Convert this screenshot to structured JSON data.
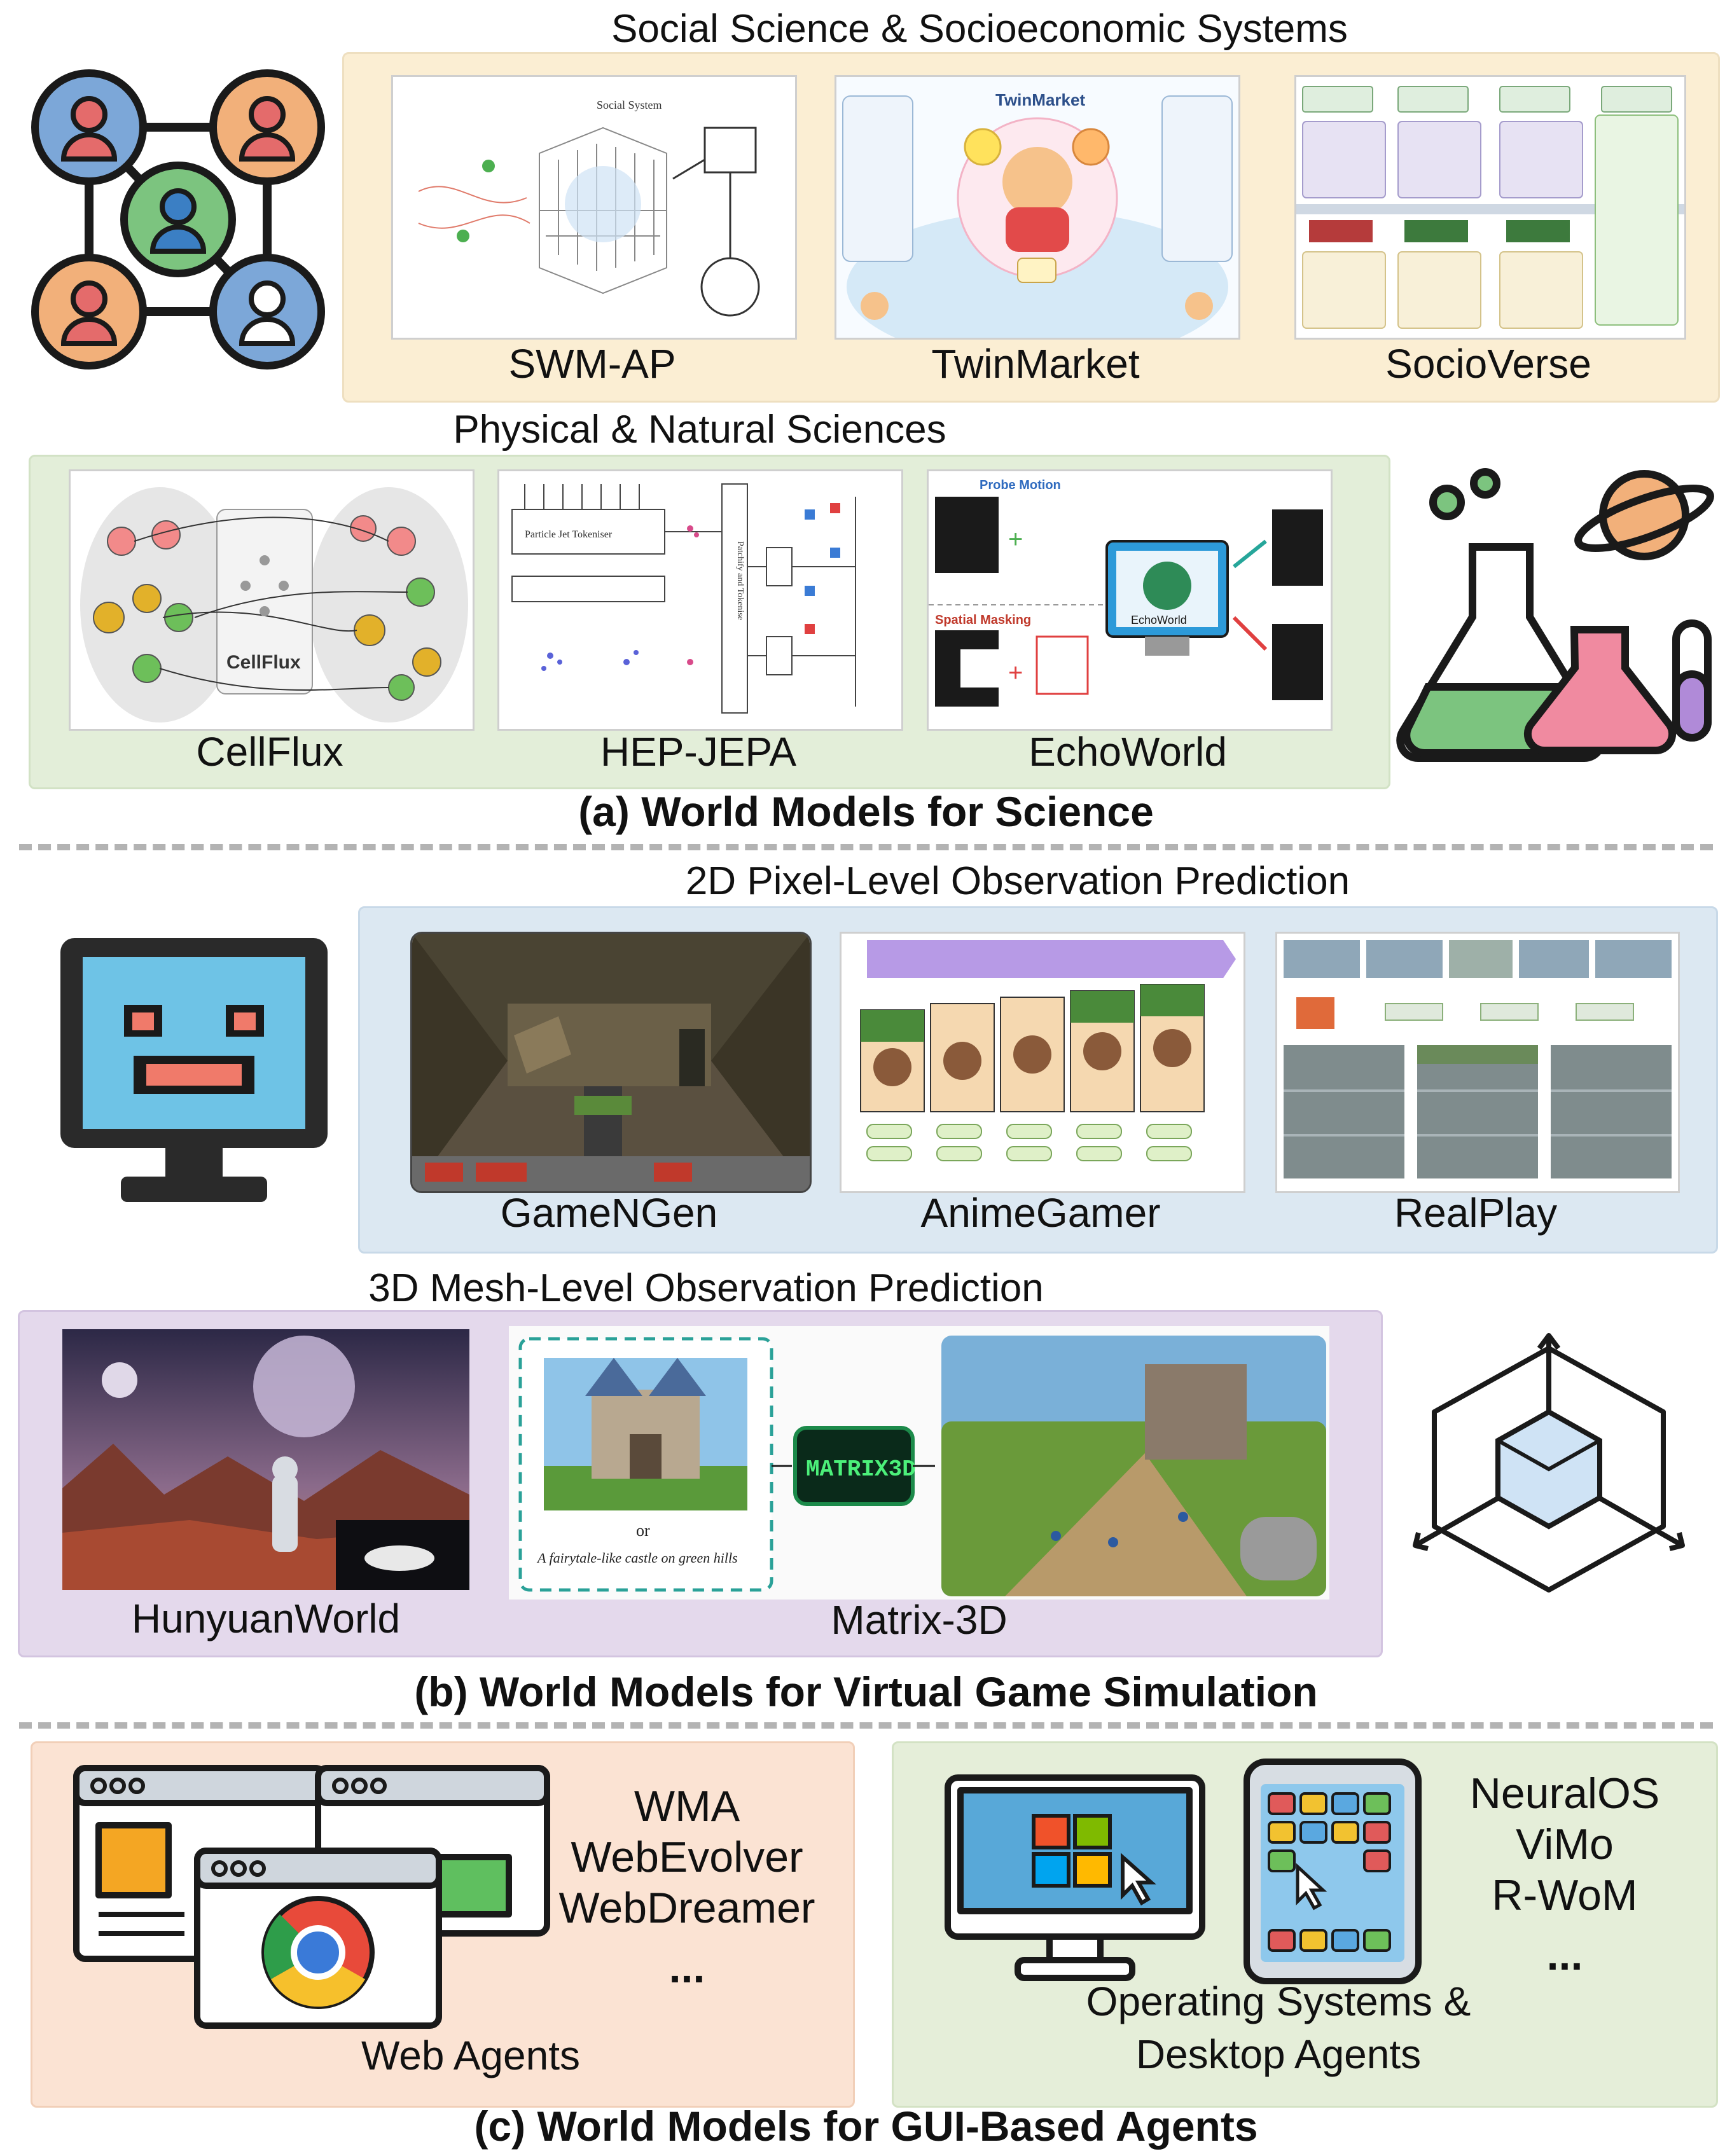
{
  "science": {
    "social_header": "Social Science & Socioeconomic Systems",
    "social_items": [
      "SWM-AP",
      "TwinMarket",
      "SocioVerse"
    ],
    "physical_header": "Physical & Natural Sciences",
    "physical_items": [
      "CellFlux",
      "HEP-JEPA",
      "EchoWorld"
    ],
    "title": "(a) World Models for Science",
    "thumb_labels": {
      "swm": "Social System",
      "cellflux": "CellFlux",
      "hep_tokeniser": "Particle Jet Tokeniser",
      "hep_patchify": "Patchify and Tokenise",
      "echo_probe": "Probe Motion",
      "echo_masking": "Spatial Masking",
      "echo_brand": "EchoWorld",
      "twin_title": "TwinMarket"
    }
  },
  "game": {
    "pixel_header": "2D Pixel-Level Observation Prediction",
    "pixel_items": [
      "GameNGen",
      "AnimeGamer",
      "RealPlay"
    ],
    "mesh_header": "3D Mesh-Level Observation Prediction",
    "mesh_items": [
      "HunyuanWorld",
      "Matrix-3D"
    ],
    "title": "(b) World Models for Virtual Game Simulation",
    "thumb_labels": {
      "matrix_logo": "MATRIX3D",
      "matrix_or": "or",
      "matrix_prompt": "A fairytale-like castle on green hills"
    }
  },
  "gui": {
    "web_items": [
      "WMA",
      "WebEvolver",
      "WebDreamer",
      "..."
    ],
    "web_caption": "Web Agents",
    "os_items": [
      "NeuralOS",
      "ViMo",
      "R-WoM",
      "..."
    ],
    "os_caption_line1": "Operating Systems &",
    "os_caption_line2": "Desktop Agents",
    "title": "(c) World Models for GUI-Based Agents"
  },
  "colors": {
    "social_panel": "#fbeed3",
    "physical_panel": "#e3eed9",
    "pixel_panel": "#dce8f2",
    "mesh_panel": "#e4d9ec",
    "web_panel": "#fbe3d3",
    "os_panel": "#e5eed9",
    "divider": "#b3b3b3"
  }
}
